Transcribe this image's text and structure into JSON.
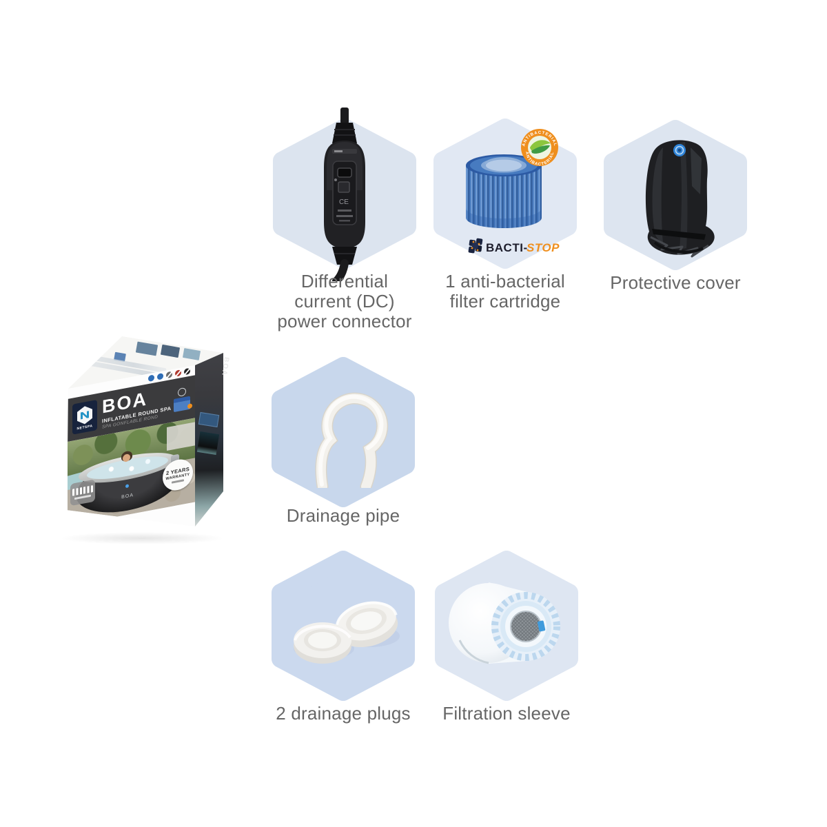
{
  "page": {
    "background": "#ffffff"
  },
  "product_box": {
    "brand": "NETSPA",
    "title": "BOA",
    "subtitle_en": "INFLATABLE ROUND SPA",
    "subtitle_fr": "SPA GONFLABLE ROND",
    "warranty_line1": "2 YEARS",
    "warranty_line2": "WARRANTY",
    "spa_model_label": "BOA"
  },
  "accessories": [
    {
      "label": "Differential\ncurrent (DC)\npower connector",
      "icon": "dc-power-connector-icon",
      "hex_color": "#dce4ef"
    },
    {
      "label": "1 anti-bacterial\nfilter cartridge",
      "icon": "filter-cartridge-icon",
      "hex_color": "#e1e8f3",
      "badge_text_top": "ANTIBACTERIAL",
      "badge_text_bottom": "ANTIBACTERIAL",
      "logo_prefix": "BACTI-",
      "logo_suffix": "STOP"
    },
    {
      "label": "Protective cover",
      "icon": "protective-cover-icon",
      "hex_color": "#dde5f0"
    },
    {
      "label": "Drainage pipe",
      "icon": "drainage-pipe-icon",
      "hex_color": "#c8d7ec"
    },
    {
      "label": "2 drainage plugs",
      "icon": "drainage-plugs-icon",
      "hex_color": "#cbd9ee"
    },
    {
      "label": "Filtration sleeve",
      "icon": "filtration-sleeve-icon",
      "hex_color": "#dee6f2"
    }
  ],
  "colors": {
    "label_text": "#666666",
    "band_dark": "#3b3b3d",
    "accent_orange": "#ef8f1e",
    "cartridge_blue": "#4d7fc3",
    "netspa_blue": "#2293c6"
  }
}
